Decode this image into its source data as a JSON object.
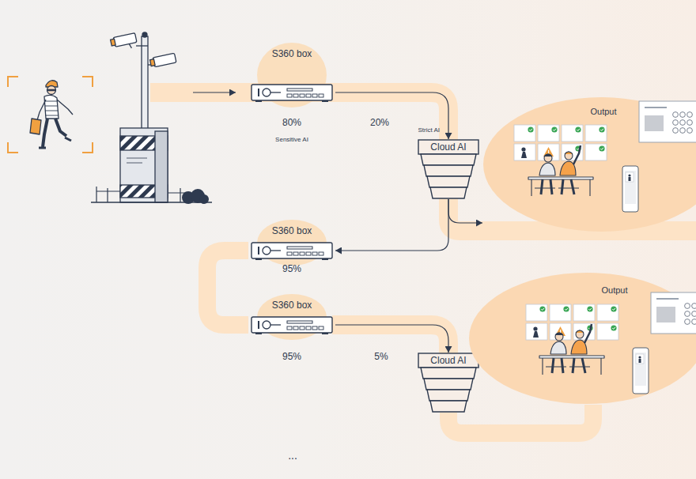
{
  "diagram": {
    "nodes": [
      {
        "text": [
          "S360 box"
        ]
      },
      {
        "text": [
          "Cloud AI"
        ]
      },
      {
        "text": [
          "Output"
        ]
      },
      {
        "text": [
          "S360 box"
        ]
      },
      {
        "text": [
          "S360 box"
        ]
      },
      {
        "text": [
          "Cloud AI"
        ]
      },
      {
        "text": [
          "Output"
        ]
      }
    ],
    "edges": [
      {
        "from": 0,
        "to": 1,
        "arrow": "to"
      },
      {
        "from": 1,
        "to": 2,
        "arrow": "to"
      },
      {
        "from": 1,
        "to": 3,
        "arrow": "to"
      },
      {
        "from": 3,
        "to": 4,
        "arrow": "none"
      },
      {
        "from": 4,
        "to": 5,
        "arrow": "to"
      },
      {
        "from": 5,
        "to": 6,
        "arrow": "none"
      }
    ],
    "labels": [
      "80%",
      "Sensitive AI",
      "20%",
      "Strict AI",
      "95%",
      "95%",
      "5%",
      "..."
    ]
  }
}
